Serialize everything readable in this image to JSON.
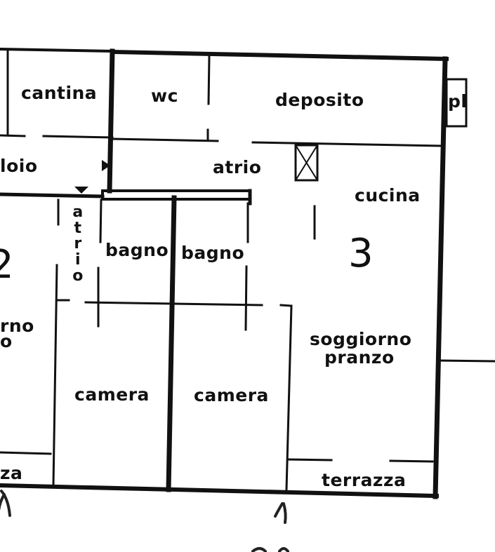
{
  "plan": {
    "unit_number": "3",
    "unit_number_left": "2",
    "colors": {
      "wall": "#111111",
      "background": "#ffffff"
    },
    "rooms": {
      "cantina": "cantina",
      "wc": "wc",
      "deposito": "deposito",
      "pl": "pl",
      "ballatoio_partial": "loio",
      "atrio": "atrio",
      "atrio_vertical": "atrio",
      "cucina": "cucina",
      "bagno_1": "bagno",
      "bagno_2": "bagno",
      "soggiorno_line1": "soggiorno",
      "soggiorno_line2": "pranzo",
      "left_soggiorno_line1": "rno",
      "left_soggiorno_line2": "o",
      "camera_1": "camera",
      "camera_2": "camera",
      "terrazza": "terrazza",
      "terrazza_left_partial": "za"
    },
    "symbols": [
      "entrance-arrow-icon",
      "entrance-arrow-icon",
      "shaft-x-icon",
      "tree-icon",
      "tree-icon"
    ]
  }
}
